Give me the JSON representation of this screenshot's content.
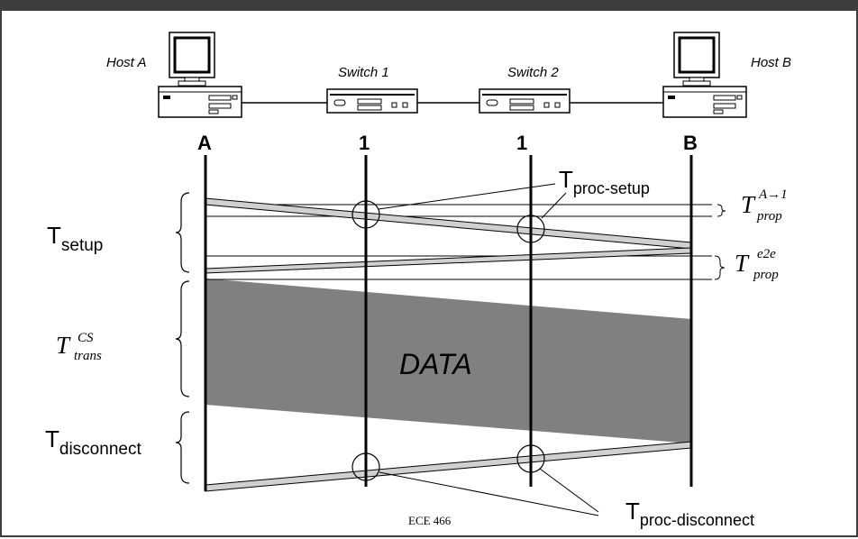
{
  "hosts": {
    "host_a": "Host A",
    "host_b": "Host B",
    "switch_1": "Switch 1",
    "switch_2": "Switch 2"
  },
  "node_labels": {
    "a": "A",
    "s1": "1",
    "s2": "1",
    "b": "B"
  },
  "timing": {
    "t_setup": {
      "main": "T",
      "sub": "setup"
    },
    "t_trans": {
      "main": "T",
      "sup": "CS",
      "sub": "trans"
    },
    "t_disconnect": {
      "main": "T",
      "sub": "disconnect"
    },
    "t_proc_setup": {
      "main": "T",
      "sub": "proc-setup"
    },
    "t_proc_disconnect": {
      "main": "T",
      "sub": "proc-disconnect"
    },
    "t_prop_a1": {
      "main": "T",
      "sup": "A→1",
      "sub": "prop"
    },
    "t_prop_e2e": {
      "main": "T",
      "sup": "e2e",
      "sub": "prop"
    }
  },
  "data_label": "DATA",
  "footer": "ECE 466"
}
